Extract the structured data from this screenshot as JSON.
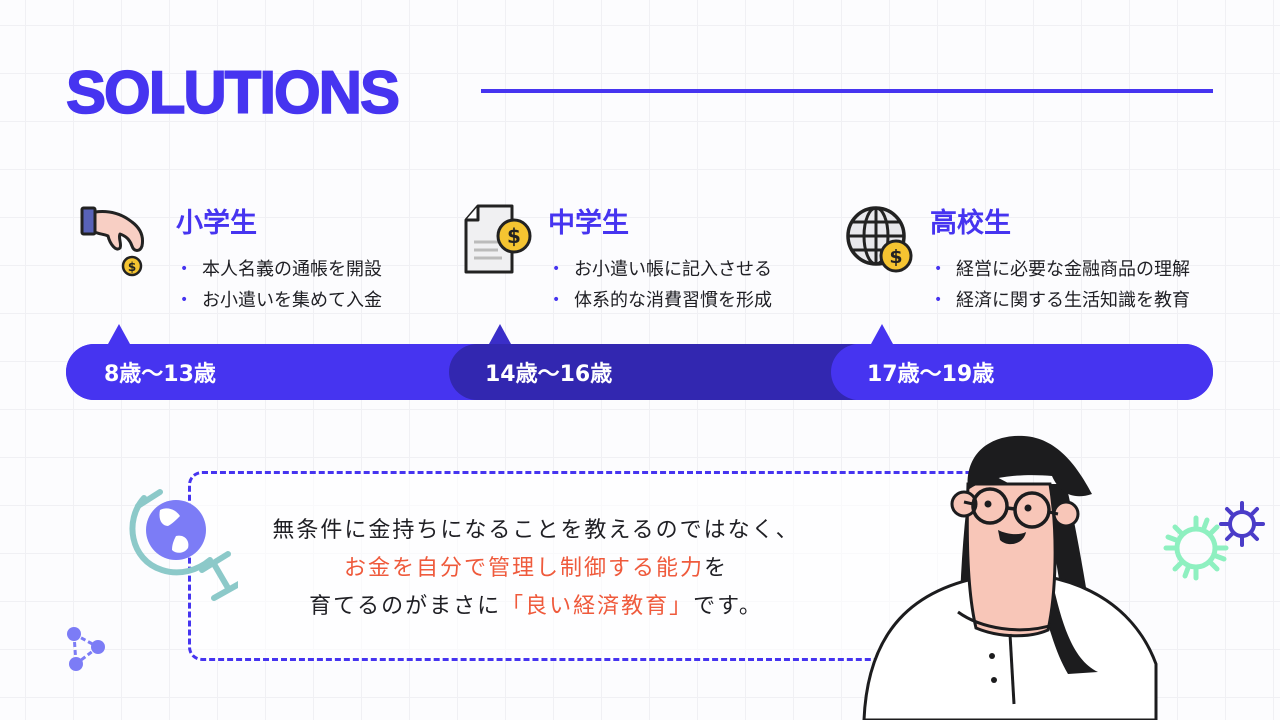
{
  "header": {
    "title": "SOLUTIONS"
  },
  "stages": [
    {
      "title": "小学生",
      "icon": "hand-dropping-coin-icon",
      "bullets": [
        "本人名義の通帳を開設",
        "お小遣いを集めて入金"
      ],
      "age_range": "8歳〜13歳"
    },
    {
      "title": "中学生",
      "icon": "document-with-coin-icon",
      "bullets": [
        "お小遣い帳に記入させる",
        "体系的な消費習慣を形成"
      ],
      "age_range": "14歳〜16歳"
    },
    {
      "title": "高校生",
      "icon": "globe-with-coin-icon",
      "bullets": [
        "経営に必要な金融商品の理解",
        "経済に関する生活知識を教育"
      ],
      "age_range": "17歳〜19歳"
    }
  ],
  "quote": {
    "line1": "無条件に金持ちになることを教えるのではなく、",
    "line2_highlight": "お金を自分で管理し制御する能力",
    "line2_rest": "を",
    "line3_pre": "育てるのがまさに",
    "line3_highlight": "「良い経済教育」",
    "line3_post": "です。"
  },
  "bullet_glyph": "•",
  "colors": {
    "accent": "#4634f0",
    "accent_dark": "#3227b0",
    "highlight": "#ef5a3c",
    "coin": "#f5c431",
    "skin": "#f8c6b8",
    "globe": "#7c7cf6",
    "globe_stand": "#8cc9c9",
    "gear_green": "#8ef0c0",
    "gear_blue": "#4a3cc8"
  },
  "decorations": [
    "desk-globe-icon",
    "molecule-icon",
    "gears-icon",
    "girl-with-glasses-illustration"
  ]
}
